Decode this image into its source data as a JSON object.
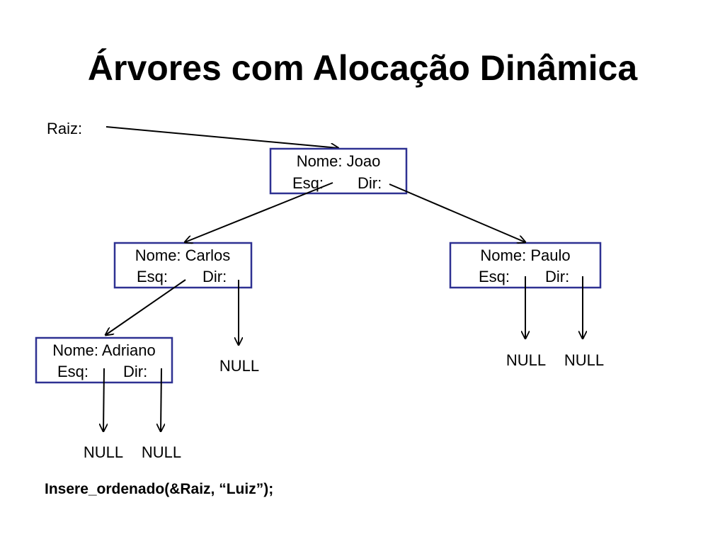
{
  "title": "Árvores com Alocação Dinâmica",
  "root_label": "Raiz:",
  "nodes": {
    "joao": {
      "name": "Nome: Joao",
      "esq": "Esq:",
      "dir": "Dir:"
    },
    "carlos": {
      "name": "Nome: Carlos",
      "esq": "Esq:",
      "dir": "Dir:"
    },
    "paulo": {
      "name": "Nome: Paulo",
      "esq": "Esq:",
      "dir": "Dir:"
    },
    "adriano": {
      "name": "Nome: Adriano",
      "esq": "Esq:",
      "dir": "Dir:"
    }
  },
  "null_label": "NULL",
  "call": "Insere_ordenado(&Raiz, “Luiz”);",
  "colors": {
    "node_border": "#2e3192",
    "arrow": "#000000"
  }
}
